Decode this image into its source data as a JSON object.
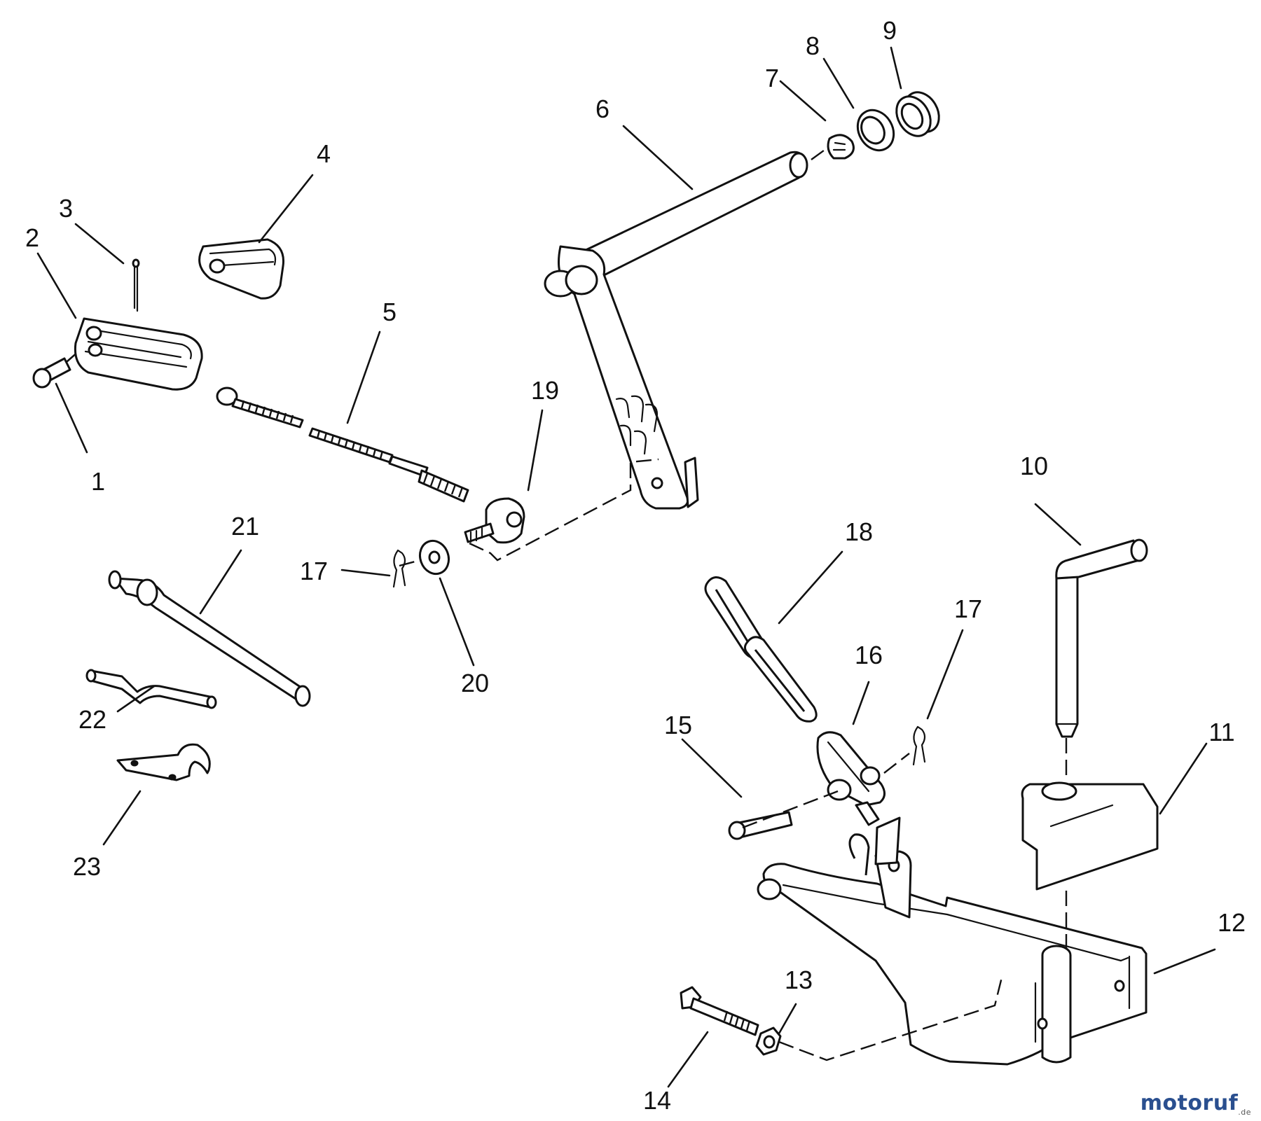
{
  "callouts": [
    {
      "id": "1",
      "label": "1"
    },
    {
      "id": "2",
      "label": "2"
    },
    {
      "id": "3",
      "label": "3"
    },
    {
      "id": "4",
      "label": "4"
    },
    {
      "id": "5",
      "label": "5"
    },
    {
      "id": "6",
      "label": "6"
    },
    {
      "id": "7",
      "label": "7"
    },
    {
      "id": "8",
      "label": "8"
    },
    {
      "id": "9",
      "label": "9"
    },
    {
      "id": "10",
      "label": "10"
    },
    {
      "id": "11",
      "label": "11"
    },
    {
      "id": "12",
      "label": "12"
    },
    {
      "id": "13",
      "label": "13"
    },
    {
      "id": "14",
      "label": "14"
    },
    {
      "id": "15",
      "label": "15"
    },
    {
      "id": "16",
      "label": "16"
    },
    {
      "id": "17a",
      "label": "17"
    },
    {
      "id": "17b",
      "label": "17"
    },
    {
      "id": "18",
      "label": "18"
    },
    {
      "id": "19",
      "label": "19"
    },
    {
      "id": "20",
      "label": "20"
    },
    {
      "id": "21",
      "label": "21"
    },
    {
      "id": "22",
      "label": "22"
    },
    {
      "id": "23",
      "label": "23"
    }
  ],
  "watermark": {
    "brand": "motoruf",
    "tld": ".de",
    "color": "#2a4f8f"
  }
}
